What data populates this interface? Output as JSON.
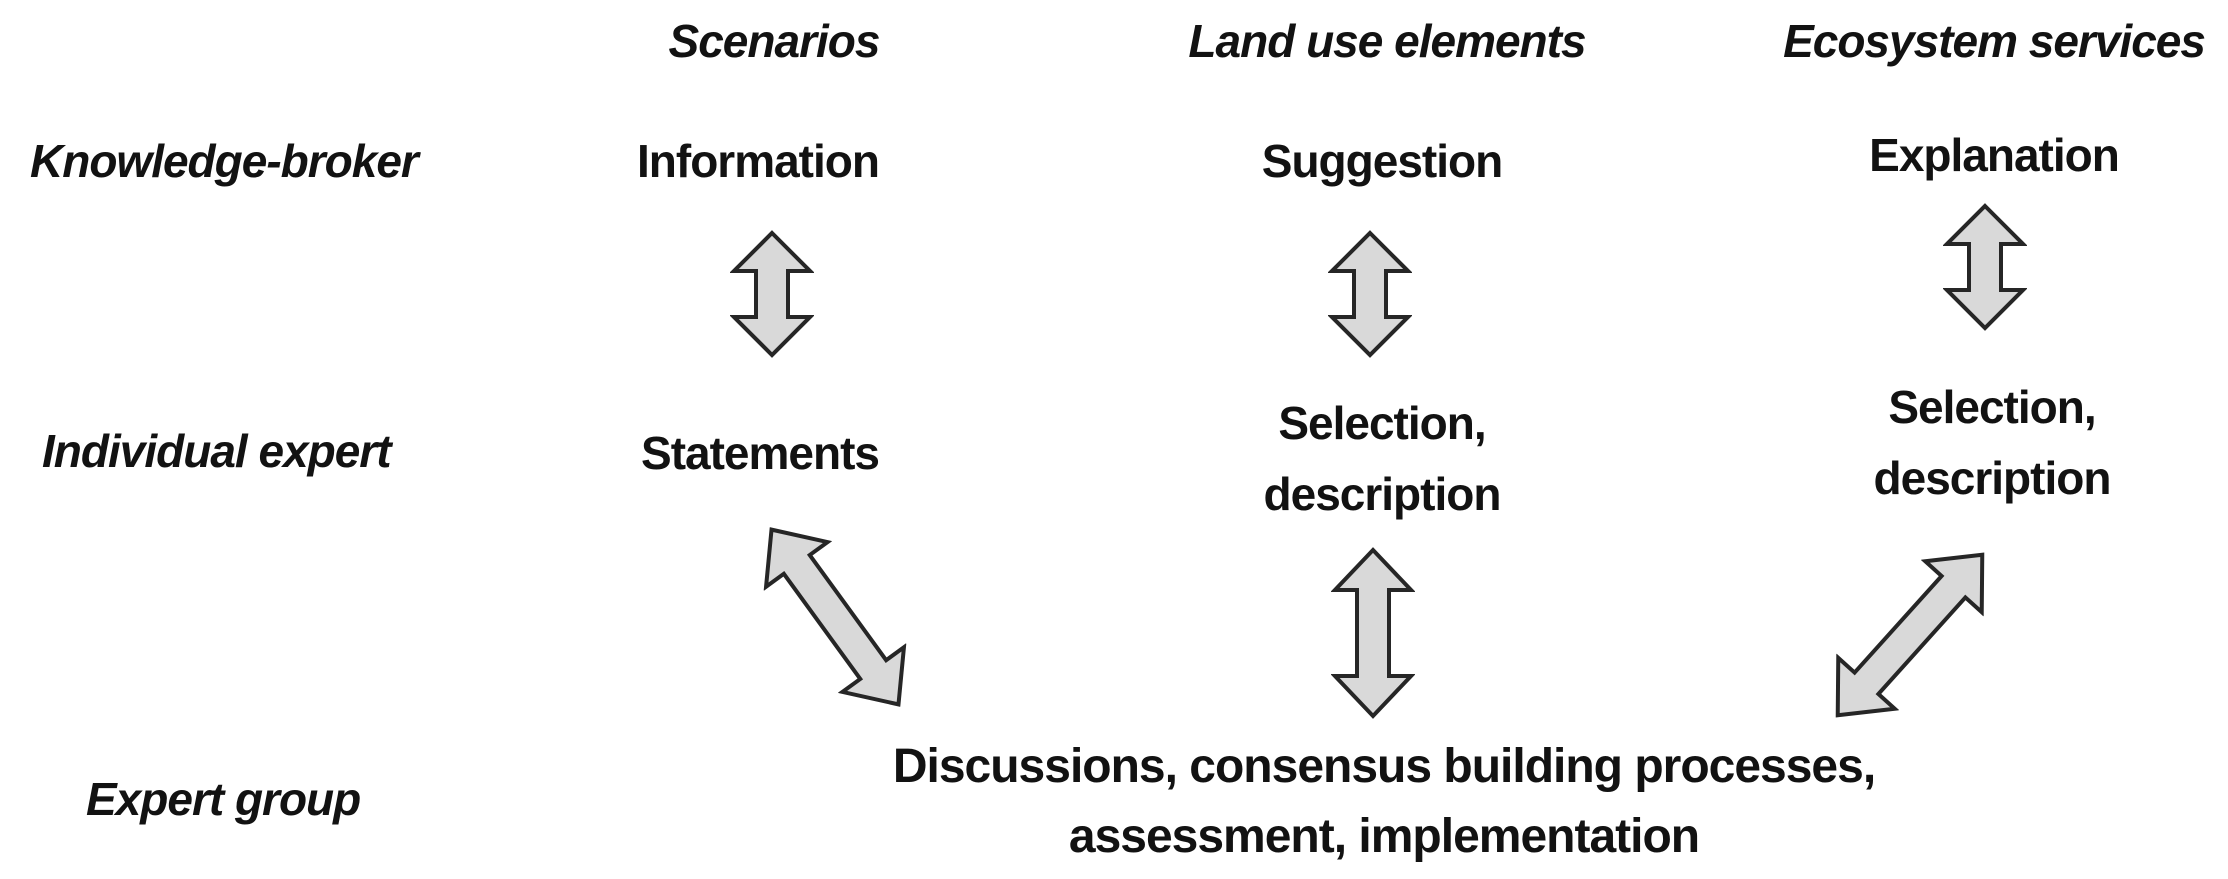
{
  "diagram": {
    "title_hint": "Knowledge exchange diagram between knowledge-broker, individual expert and expert group",
    "background_color": "#ffffff",
    "text_color": "#121212",
    "arrow_fill": "#d9d9d9",
    "arrow_stroke": "#262626",
    "column_headers": [
      "Scenarios",
      "Land use elements",
      "Ecosystem services"
    ],
    "row_labels": [
      "Knowledge-broker",
      "Individual expert",
      "Expert group"
    ],
    "cells": {
      "knowledge_broker": [
        "Information",
        "Suggestion",
        "Explanation"
      ],
      "individual_expert": [
        "Statements",
        "Selection,\ndescription",
        "Selection,\ndescription"
      ],
      "expert_group": "Discussions, consensus building processes,\nassessment, implementation"
    },
    "connections": [
      {
        "column": "Scenarios",
        "from": "Information",
        "to": "Statements",
        "shape": "vertical-double-arrow"
      },
      {
        "column": "Land use elements",
        "from": "Suggestion",
        "to": "Selection, description",
        "shape": "vertical-double-arrow"
      },
      {
        "column": "Ecosystem services",
        "from": "Explanation",
        "to": "Selection, description",
        "shape": "vertical-double-arrow"
      },
      {
        "column": "Scenarios",
        "from": "Statements",
        "to": "Expert group",
        "shape": "diagonal-double-arrow"
      },
      {
        "column": "Land use elements",
        "from": "Selection, description",
        "to": "Expert group",
        "shape": "vertical-double-arrow"
      },
      {
        "column": "Ecosystem services",
        "from": "Selection, description",
        "to": "Expert group",
        "shape": "diagonal-double-arrow"
      }
    ]
  }
}
